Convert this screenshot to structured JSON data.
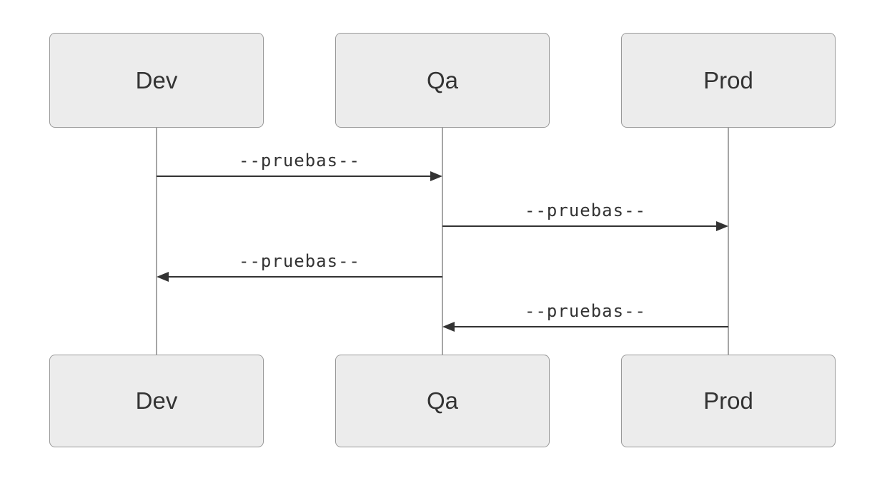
{
  "diagram": {
    "type": "sequence",
    "actors": [
      {
        "id": "dev",
        "label": "Dev"
      },
      {
        "id": "qa",
        "label": "Qa"
      },
      {
        "id": "prod",
        "label": "Prod"
      }
    ],
    "messages": [
      {
        "from": "Dev",
        "to": "Qa",
        "label": "--pruebas--",
        "direction": "right",
        "line_style": "solid"
      },
      {
        "from": "Qa",
        "to": "Prod",
        "label": "--pruebas--",
        "direction": "right",
        "line_style": "solid"
      },
      {
        "from": "Qa",
        "to": "Dev",
        "label": "--pruebas--",
        "direction": "left",
        "line_style": "solid"
      },
      {
        "from": "Prod",
        "to": "Qa",
        "label": "--pruebas--",
        "direction": "left",
        "line_style": "solid"
      }
    ],
    "colors": {
      "background": "#ffffff",
      "actor_fill": "#ececec",
      "actor_border": "#999999",
      "actor_text": "#333333",
      "lifeline": "#a6a6a6",
      "message_line": "#333333",
      "message_text": "#333333"
    }
  }
}
